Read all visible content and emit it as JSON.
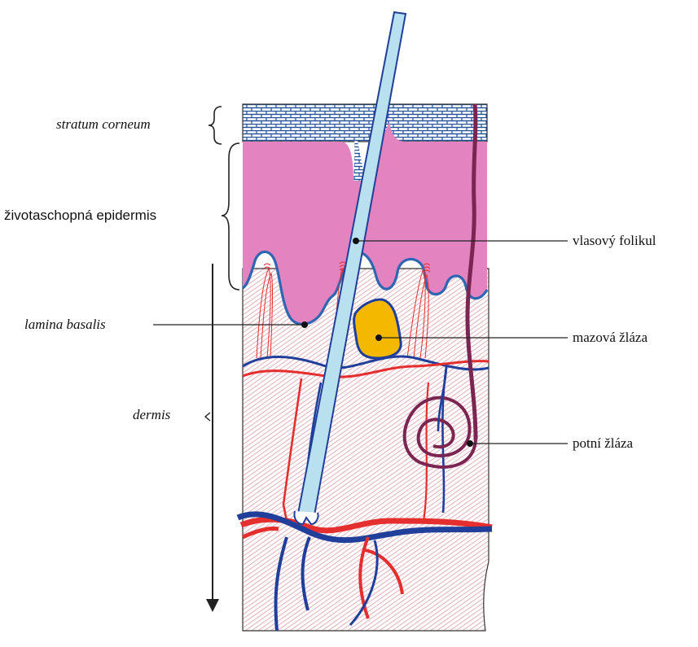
{
  "diagram": {
    "labels": {
      "stratum_corneum": "stratum corneum",
      "viable_epidermis": "životaschopná epidermis",
      "lamina_basalis": "lamina basalis",
      "dermis": "dermis",
      "hair_follicle": "vlasový folikul",
      "sebaceous_gland": "mazová žláza",
      "sweat_gland": "potní žláza"
    },
    "colors": {
      "stratum_corneum": "#1e4f9c",
      "epidermis": "#e383c0",
      "basement_membrane": "#2f66b3",
      "dermis_hatch": "#e0a7b4",
      "hair_shaft": "#b9e0ef",
      "sebaceous_gland": "#f5b800",
      "sweat_gland": "#7b2552",
      "artery": "#e52e2e",
      "vein": "#1f3f9a",
      "outline": "#333333"
    }
  }
}
